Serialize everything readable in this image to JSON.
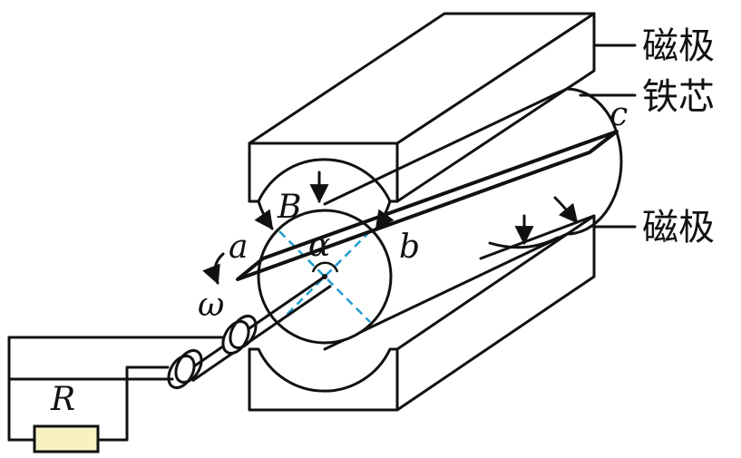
{
  "labels": {
    "pole_top": "磁极",
    "core": "铁芯",
    "pole_bottom": "磁极",
    "field": "B",
    "point_a": "a",
    "point_b": "b",
    "point_c": "c",
    "angle": "α",
    "angular_velocity": "ω",
    "resistor": "R"
  },
  "colors": {
    "line": "#111111",
    "dashed_sector": "#1f9bd1",
    "resistor_fill": "#f7f2c0"
  }
}
